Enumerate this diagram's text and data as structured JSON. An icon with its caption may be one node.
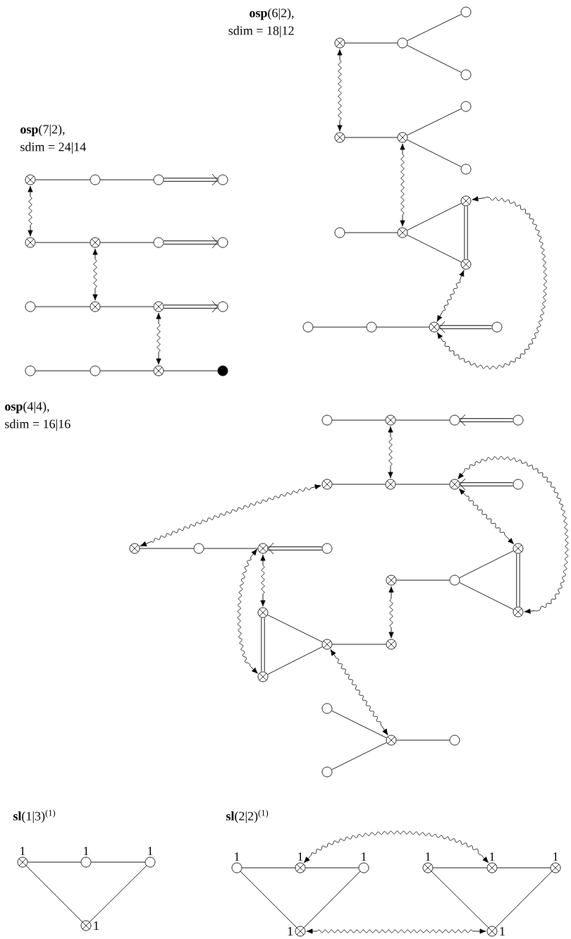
{
  "diagram": {
    "nodes": [
      {
        "text": [],
        "shape": "crossed-circle"
      },
      {
        "text": [],
        "shape": "circle"
      },
      {
        "text": [],
        "shape": "circle"
      },
      {
        "text": [],
        "shape": "circle"
      },
      {
        "text": [],
        "shape": "crossed-circle"
      },
      {
        "text": [],
        "shape": "crossed-circle"
      },
      {
        "text": [],
        "shape": "circle"
      },
      {
        "text": [],
        "shape": "circle"
      },
      {
        "text": [],
        "shape": "circle"
      },
      {
        "text": [],
        "shape": "crossed-circle"
      },
      {
        "text": [],
        "shape": "crossed-circle"
      },
      {
        "text": [],
        "shape": "circle"
      },
      {
        "text": [],
        "shape": "circle"
      },
      {
        "text": [],
        "shape": "circle"
      },
      {
        "text": [],
        "shape": "crossed-circle"
      },
      {
        "text": [],
        "shape": "filled-circle"
      },
      {
        "text": [],
        "shape": "crossed-circle"
      },
      {
        "text": [],
        "shape": "circle"
      },
      {
        "text": [],
        "shape": "circle"
      },
      {
        "text": [],
        "shape": "circle"
      },
      {
        "text": [],
        "shape": "crossed-circle"
      },
      {
        "text": [],
        "shape": "crossed-circle"
      },
      {
        "text": [],
        "shape": "circle"
      },
      {
        "text": [],
        "shape": "circle"
      },
      {
        "text": [],
        "shape": "circle"
      },
      {
        "text": [],
        "shape": "crossed-circle"
      },
      {
        "text": [],
        "shape": "crossed-circle"
      },
      {
        "text": [],
        "shape": "crossed-circle"
      },
      {
        "text": [],
        "shape": "circle"
      },
      {
        "text": [],
        "shape": "circle"
      },
      {
        "text": [],
        "shape": "crossed-circle"
      },
      {
        "text": [],
        "shape": "circle"
      },
      {
        "text": [],
        "shape": "circle"
      },
      {
        "text": [],
        "shape": "crossed-circle"
      },
      {
        "text": [],
        "shape": "circle"
      },
      {
        "text": [],
        "shape": "circle"
      },
      {
        "text": [],
        "shape": "crossed-circle"
      },
      {
        "text": [],
        "shape": "crossed-circle"
      },
      {
        "text": [],
        "shape": "crossed-circle"
      },
      {
        "text": [],
        "shape": "circle"
      },
      {
        "text": [],
        "shape": "crossed-circle"
      },
      {
        "text": [],
        "shape": "circle"
      },
      {
        "text": [],
        "shape": "crossed-circle"
      },
      {
        "text": [],
        "shape": "circle"
      },
      {
        "text": [],
        "shape": "crossed-circle"
      },
      {
        "text": [],
        "shape": "crossed-circle"
      },
      {
        "text": [],
        "shape": "circle"
      },
      {
        "text": [],
        "shape": "crossed-circle"
      },
      {
        "text": [],
        "shape": "crossed-circle"
      },
      {
        "text": [],
        "shape": "crossed-circle"
      },
      {
        "text": [],
        "shape": "crossed-circle"
      },
      {
        "text": [],
        "shape": "crossed-circle"
      },
      {
        "text": [],
        "shape": "circle"
      },
      {
        "text": [],
        "shape": "crossed-circle"
      },
      {
        "text": [],
        "shape": "circle"
      },
      {
        "text": [],
        "shape": "circle"
      },
      {
        "text": [],
        "shape": "crossed-circle",
        "beside": [
          "1"
        ]
      },
      {
        "text": [],
        "shape": "circle",
        "beside": [
          "1"
        ]
      },
      {
        "text": [],
        "shape": "circle",
        "beside": [
          "1"
        ]
      },
      {
        "text": [],
        "shape": "crossed-circle",
        "beside": [
          "1"
        ]
      },
      {
        "text": [],
        "shape": "circle",
        "beside": [
          "1"
        ]
      },
      {
        "text": [],
        "shape": "crossed-circle",
        "beside": [
          "1"
        ]
      },
      {
        "text": [],
        "shape": "circle",
        "beside": [
          "1"
        ]
      },
      {
        "text": [],
        "shape": "crossed-circle",
        "beside": [
          "1"
        ]
      },
      {
        "text": [],
        "shape": "crossed-circle",
        "beside": [
          "1"
        ]
      },
      {
        "text": [],
        "shape": "crossed-circle",
        "beside": [
          "1"
        ]
      },
      {
        "text": [],
        "shape": "crossed-circle",
        "beside": [
          "1"
        ]
      },
      {
        "text": [],
        "shape": "crossed-circle",
        "beside": [
          "1"
        ]
      }
    ],
    "edges": [
      {
        "from": 0,
        "to": 1,
        "arrow": "none"
      },
      {
        "from": 1,
        "to": 2,
        "arrow": "none"
      },
      {
        "from": 2,
        "to": 3,
        "arrow": "to",
        "style": "thick"
      },
      {
        "from": 4,
        "to": 5,
        "arrow": "none"
      },
      {
        "from": 5,
        "to": 6,
        "arrow": "none"
      },
      {
        "from": 6,
        "to": 7,
        "arrow": "to",
        "style": "thick"
      },
      {
        "from": 8,
        "to": 9,
        "arrow": "none"
      },
      {
        "from": 9,
        "to": 10,
        "arrow": "none"
      },
      {
        "from": 10,
        "to": 11,
        "arrow": "to",
        "style": "thick"
      },
      {
        "from": 12,
        "to": 13,
        "arrow": "none"
      },
      {
        "from": 13,
        "to": 14,
        "arrow": "none"
      },
      {
        "from": 14,
        "to": 15,
        "arrow": "none"
      },
      {
        "from": 0,
        "to": 4,
        "arrow": "both"
      },
      {
        "from": 5,
        "to": 9,
        "arrow": "both"
      },
      {
        "from": 10,
        "to": 14,
        "arrow": "both"
      },
      {
        "from": 16,
        "to": 17,
        "arrow": "none"
      },
      {
        "from": 17,
        "to": 18,
        "arrow": "none"
      },
      {
        "from": 17,
        "to": 19,
        "arrow": "none"
      },
      {
        "from": 20,
        "to": 21,
        "arrow": "none"
      },
      {
        "from": 21,
        "to": 22,
        "arrow": "none"
      },
      {
        "from": 21,
        "to": 23,
        "arrow": "none"
      },
      {
        "from": 24,
        "to": 25,
        "arrow": "none"
      },
      {
        "from": 25,
        "to": 26,
        "arrow": "none"
      },
      {
        "from": 25,
        "to": 27,
        "arrow": "none"
      },
      {
        "from": 26,
        "to": 27,
        "arrow": "none",
        "style": "thick"
      },
      {
        "from": 28,
        "to": 29,
        "arrow": "none"
      },
      {
        "from": 29,
        "to": 30,
        "arrow": "none"
      },
      {
        "from": 31,
        "to": 30,
        "arrow": "to",
        "style": "thick"
      },
      {
        "from": 16,
        "to": 20,
        "arrow": "both"
      },
      {
        "from": 21,
        "to": 25,
        "arrow": "both"
      },
      {
        "from": 27,
        "to": 30,
        "arrow": "both"
      },
      {
        "from": 30,
        "to": 26,
        "arrow": "both"
      },
      {
        "from": 32,
        "to": 33,
        "arrow": "none"
      },
      {
        "from": 33,
        "to": 34,
        "arrow": "none"
      },
      {
        "from": 35,
        "to": 34,
        "arrow": "to",
        "style": "thick"
      },
      {
        "from": 36,
        "to": 37,
        "arrow": "none"
      },
      {
        "from": 37,
        "to": 38,
        "arrow": "none"
      },
      {
        "from": 39,
        "to": 38,
        "arrow": "to",
        "style": "thick"
      },
      {
        "from": 40,
        "to": 41,
        "arrow": "none"
      },
      {
        "from": 41,
        "to": 42,
        "arrow": "none"
      },
      {
        "from": 43,
        "to": 42,
        "arrow": "to",
        "style": "thick"
      },
      {
        "from": 33,
        "to": 37,
        "arrow": "both"
      },
      {
        "from": 36,
        "to": 40,
        "arrow": "both"
      },
      {
        "from": 38,
        "to": 44,
        "arrow": "both"
      },
      {
        "from": 38,
        "to": 48,
        "arrow": "both"
      },
      {
        "from": 46,
        "to": 44,
        "arrow": "none"
      },
      {
        "from": 46,
        "to": 48,
        "arrow": "none"
      },
      {
        "from": 44,
        "to": 48,
        "arrow": "none",
        "style": "thick"
      },
      {
        "from": 45,
        "to": 46,
        "arrow": "none"
      },
      {
        "from": 42,
        "to": 47,
        "arrow": "both"
      },
      {
        "from": 42,
        "to": 51,
        "arrow": "both"
      },
      {
        "from": 47,
        "to": 49,
        "arrow": "none"
      },
      {
        "from": 51,
        "to": 49,
        "arrow": "none"
      },
      {
        "from": 47,
        "to": 51,
        "arrow": "none",
        "style": "thick"
      },
      {
        "from": 49,
        "to": 50,
        "arrow": "none"
      },
      {
        "from": 50,
        "to": 45,
        "arrow": "both"
      },
      {
        "from": 49,
        "to": 53,
        "arrow": "both"
      },
      {
        "from": 52,
        "to": 53,
        "arrow": "none"
      },
      {
        "from": 55,
        "to": 53,
        "arrow": "none"
      },
      {
        "from": 53,
        "to": 54,
        "arrow": "none"
      },
      {
        "from": 56,
        "to": 57,
        "arrow": "none"
      },
      {
        "from": 57,
        "to": 58,
        "arrow": "none"
      },
      {
        "from": 56,
        "to": 59,
        "arrow": "none"
      },
      {
        "from": 58,
        "to": 59,
        "arrow": "none"
      },
      {
        "from": 60,
        "to": 61,
        "arrow": "none"
      },
      {
        "from": 61,
        "to": 62,
        "arrow": "none"
      },
      {
        "from": 60,
        "to": 66,
        "arrow": "none"
      },
      {
        "from": 62,
        "to": 66,
        "arrow": "none"
      },
      {
        "from": 63,
        "to": 64,
        "arrow": "none"
      },
      {
        "from": 64,
        "to": 65,
        "arrow": "none"
      },
      {
        "from": 63,
        "to": 67,
        "arrow": "none"
      },
      {
        "from": 65,
        "to": 67,
        "arrow": "none"
      },
      {
        "from": 61,
        "to": 64,
        "arrow": "both"
      },
      {
        "from": 66,
        "to": 67,
        "arrow": "both"
      }
    ],
    "labels": [
      "**osp**(6|2),",
      "sdim = 18|12",
      "**osp**(7|2),",
      "sdim = 24|14",
      "**osp**(4|4),",
      "sdim = 16|16",
      "**sl**(1|3)$^{(1)}$",
      "**sl**(2|2)$^{(1)}$"
    ]
  }
}
